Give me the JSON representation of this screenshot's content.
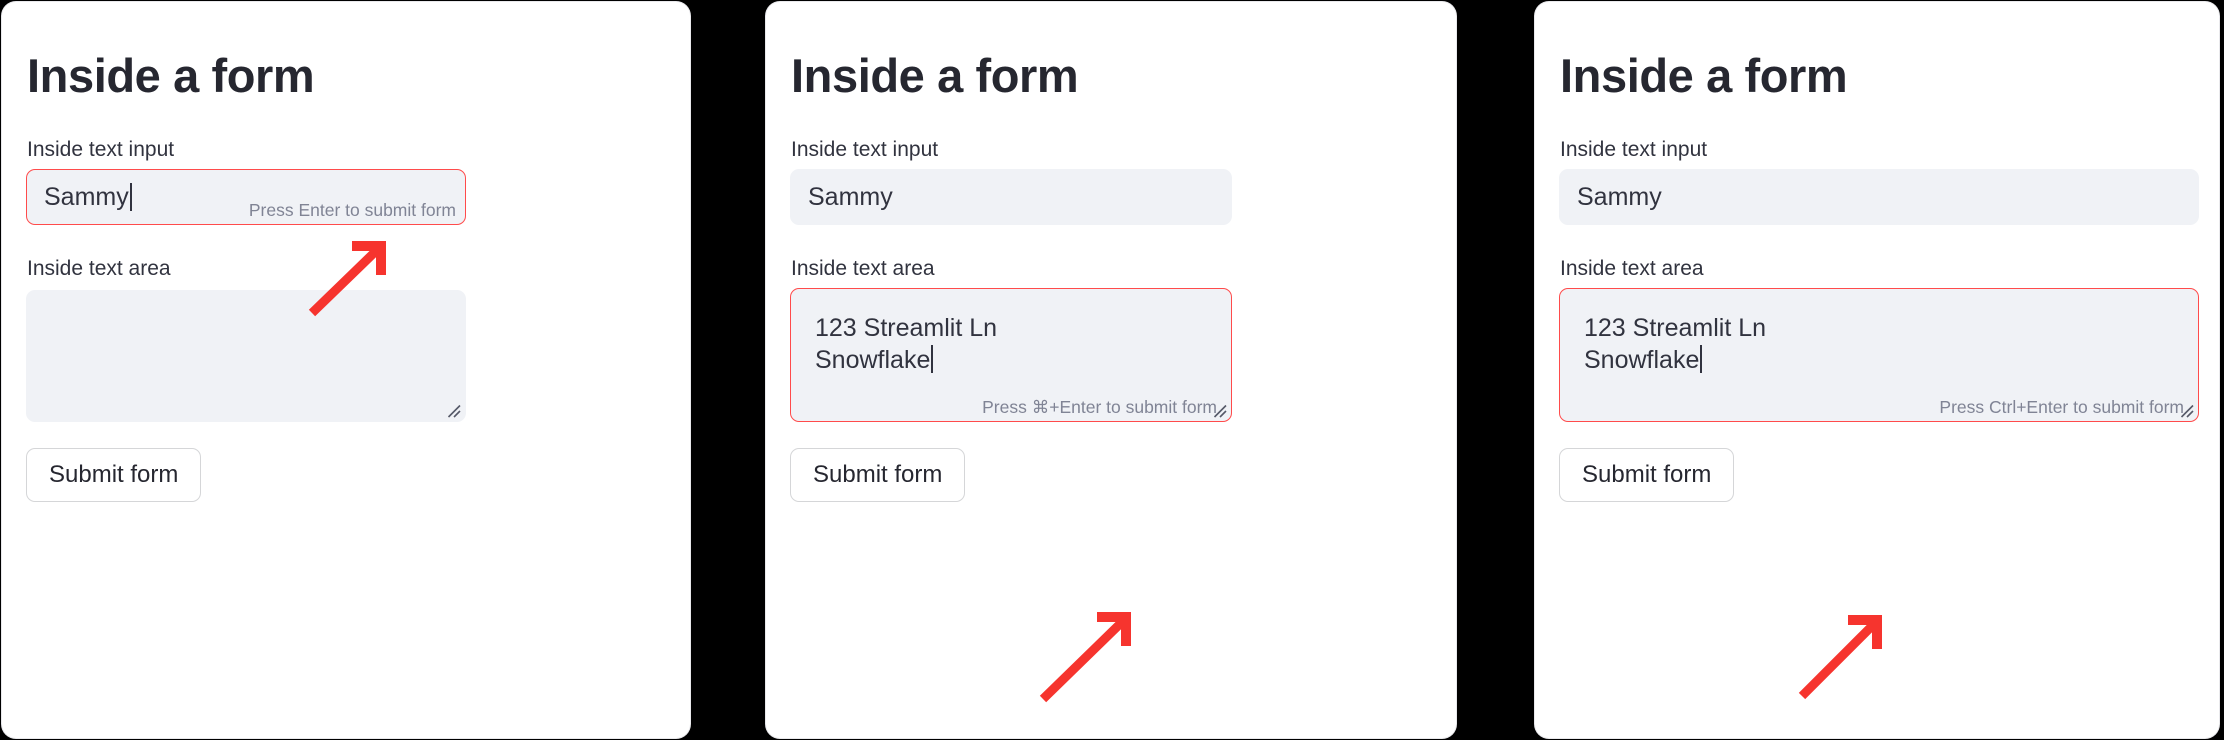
{
  "colors": {
    "page_background": "#000000",
    "panel_background": "#ffffff",
    "accent_focus": "#ff4b4b",
    "annotation_arrow": "#f6342e",
    "input_fill": "#f0f2f6",
    "text_primary": "#31333f",
    "text_heading": "#262730",
    "hint_text": "#808495",
    "button_border": "#d5d6d8"
  },
  "panels": [
    {
      "id": "panel-macos-text-input-focused",
      "title": "Inside a form",
      "text_input": {
        "label": "Inside text input",
        "value": "Sammy",
        "placeholder": "",
        "focused": true,
        "caret_visible": true,
        "hint": "Press Enter to submit form"
      },
      "text_area": {
        "label": "Inside text area",
        "value": "",
        "placeholder": "",
        "focused": false,
        "caret_visible": false,
        "hint": "",
        "resize_handle": true
      },
      "submit_label": "Submit form",
      "annotation": {
        "target": "text-input-hint",
        "icon": "arrow-up-right-icon"
      }
    },
    {
      "id": "panel-macos-text-area-focused",
      "title": "Inside a form",
      "text_input": {
        "label": "Inside text input",
        "value": "Sammy",
        "placeholder": "",
        "focused": false,
        "caret_visible": false,
        "hint": ""
      },
      "text_area": {
        "label": "Inside text area",
        "value": "123 Streamlit Ln\nSnowflake",
        "placeholder": "",
        "focused": true,
        "caret_visible": true,
        "hint": "Press ⌘+Enter to submit form",
        "resize_handle": true
      },
      "submit_label": "Submit form",
      "annotation": {
        "target": "text-area-hint",
        "icon": "arrow-up-right-icon"
      }
    },
    {
      "id": "panel-windows-text-area-focused",
      "title": "Inside a form",
      "text_input": {
        "label": "Inside text input",
        "value": "Sammy",
        "placeholder": "",
        "focused": false,
        "caret_visible": false,
        "hint": ""
      },
      "text_area": {
        "label": "Inside text area",
        "value": "123 Streamlit Ln\nSnowflake",
        "placeholder": "",
        "focused": true,
        "caret_visible": true,
        "hint": "Press Ctrl+Enter to submit form",
        "resize_handle": true
      },
      "submit_label": "Submit form",
      "annotation": {
        "target": "text-area-hint",
        "icon": "arrow-up-right-icon"
      }
    }
  ]
}
